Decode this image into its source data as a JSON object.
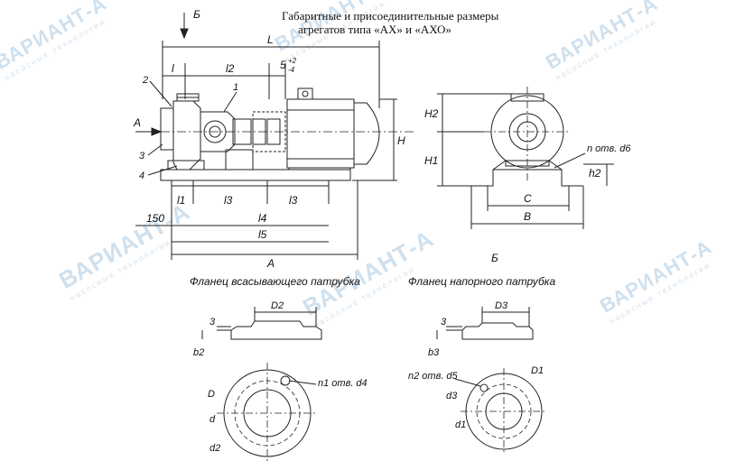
{
  "title": {
    "line1": "Габаритные и присоединительные размеры",
    "line2": "агрегатов типа «АХ» и «АХО»"
  },
  "watermark": {
    "brand": "ВАРИАНТ-А",
    "tagline": "насосные технологии",
    "color": "#cfe0ee"
  },
  "main_view": {
    "view_marker": "Б",
    "arrow_a": "А",
    "callouts": [
      "1",
      "2",
      "3",
      "4"
    ],
    "dims": {
      "L": "L",
      "l": "l",
      "l2": "l2",
      "gap": "5",
      "gap_tol": "+2\n-4",
      "H": "H",
      "l1": "l1",
      "l3a": "l3",
      "l3b": "l3",
      "offset": "150",
      "l4": "l4",
      "l5": "l5",
      "A": "A"
    }
  },
  "side_view": {
    "H2": "H2",
    "H1": "H1",
    "holes": "n отв. d6",
    "h2": "h2",
    "C": "C",
    "B": "B",
    "caption": "Б"
  },
  "suction_flange": {
    "caption": "Фланец всасывающего патрубка",
    "D2": "D2",
    "thk": "3",
    "b2": "b2",
    "holes": "n1 отв. d4",
    "D": "D",
    "d": "d",
    "d2": "d2"
  },
  "discharge_flange": {
    "caption": "Фланец напорного патрубка",
    "D3": "D3",
    "thk": "3",
    "b3": "b3",
    "holes": "n2 отв. d5",
    "D1": "D1",
    "d3": "d3",
    "d1": "d1"
  }
}
